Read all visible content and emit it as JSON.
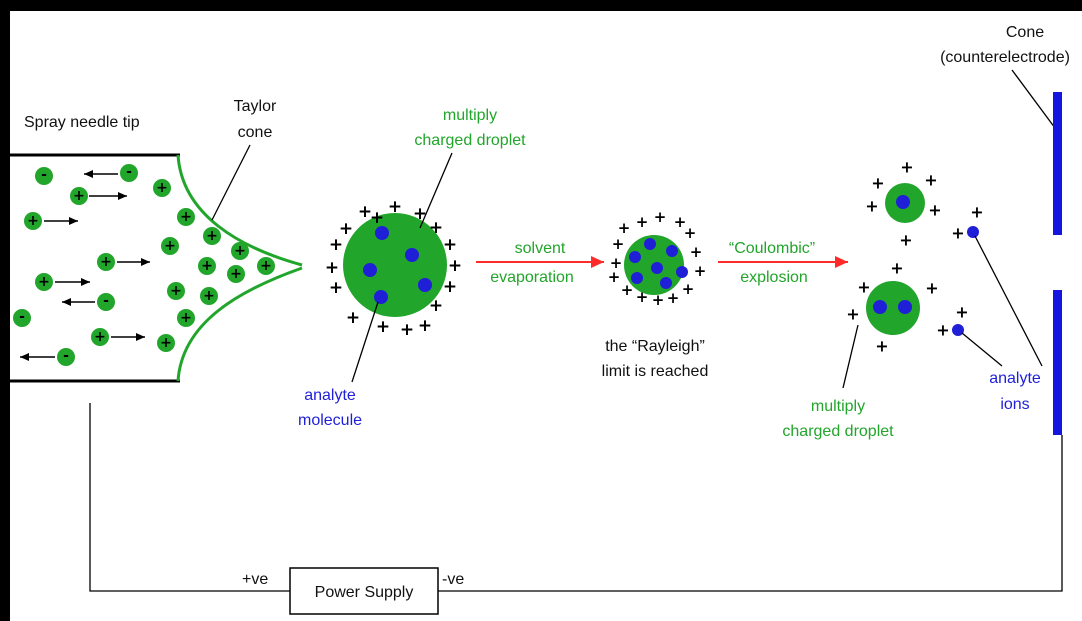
{
  "colors": {
    "background": "#ffffff",
    "frame": "#000000",
    "droplet_green": "#22a52b",
    "analyte_blue": "#1f1fd8",
    "arrow_red": "#ff2a2a",
    "electrode_blue": "#1515e0"
  },
  "labels": {
    "spray_needle_tip": "Spray needle tip",
    "taylor_cone_line1": "Taylor",
    "taylor_cone_line2": "cone",
    "droplet1_line1": "multiply",
    "droplet1_line2": "charged droplet",
    "analyte_molecule_line1": "analyte",
    "analyte_molecule_line2": "molecule",
    "solvent_line1": "solvent",
    "solvent_line2": "evaporation",
    "rayleigh_line1": "the “Rayleigh”",
    "rayleigh_line2": "limit is reached",
    "coulombic_line1": "“Coulombic”",
    "coulombic_line2": "explosion",
    "droplet2_line1": "multiply",
    "droplet2_line2": "charged droplet",
    "analyte_ions_line1": "analyte",
    "analyte_ions_line2": "ions",
    "cone_line1": "Cone",
    "cone_line2": "(counterelectrode)",
    "positive_terminal": "+ve",
    "negative_terminal": "-ve",
    "power_supply": "Power Supply"
  },
  "symbols": {
    "plus": "+",
    "minus": "-"
  }
}
